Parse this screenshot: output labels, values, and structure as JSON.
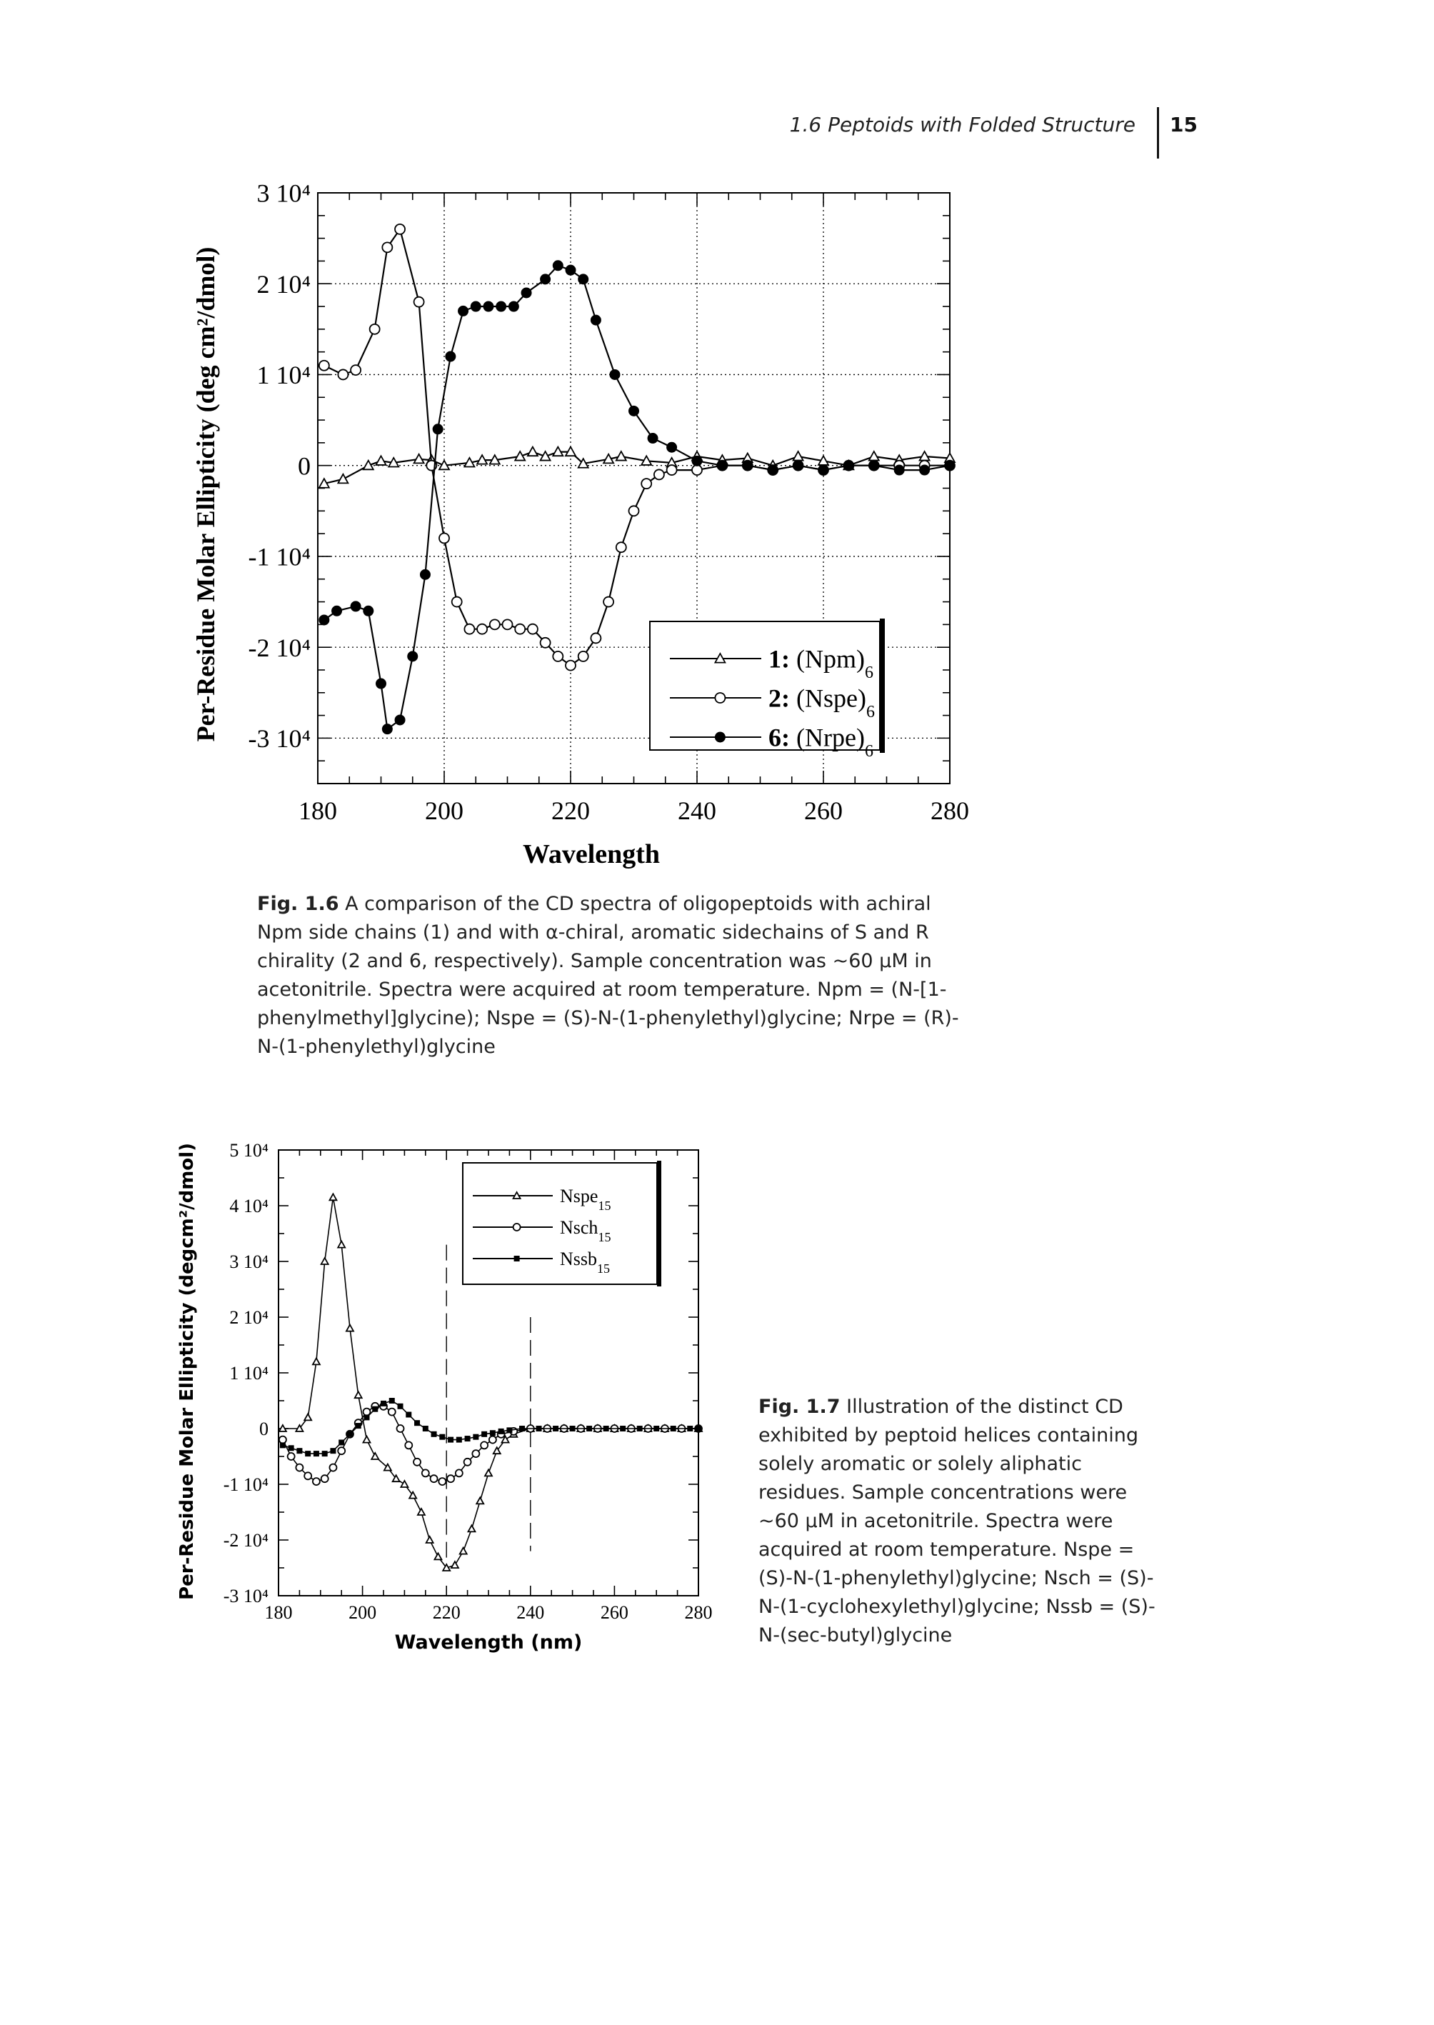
{
  "header": {
    "running_title": "1.6 Peptoids with Folded Structure",
    "page_number": "15"
  },
  "figures": [
    {
      "label": "Fig. 1.6",
      "caption": "A comparison of the CD spectra of oligopeptoids with achiral Npm side chains (1) and with α-chiral, aromatic sidechains of S and R chirality (2 and 6, respectively). Sample concentration was ~60 μM in acetonitrile. Spectra were acquired at room temperature. Npm = (N-[1-phenylmethyl]glycine); Nspe = (S)-N-(1-phenylethyl)glycine; Nrpe = (R)-N-(1-phenylethyl)glycine"
    },
    {
      "label": "Fig. 1.7",
      "caption": "Illustration of the distinct CD exhibited by peptoid helices containing solely aromatic or solely aliphatic residues. Sample concentrations were ~60 μM in acetonitrile. Spectra were acquired at room temperature. Nspe = (S)-N-(1-phenylethyl)glycine; Nsch = (S)-N-(1-cyclohexylethyl)glycine; Nssb = (S)-N-(sec-butyl)glycine"
    }
  ],
  "chart_data": [
    {
      "type": "line",
      "xlabel": "Wavelength",
      "ylabel": "Per-Residue Molar Ellipticity (deg cm²/dmol)",
      "xlim": [
        180,
        280
      ],
      "ylim": [
        -35000,
        30000
      ],
      "x_ticks": [
        "180",
        "200",
        "220",
        "240",
        "260",
        "280"
      ],
      "y_ticks": [
        {
          "value": 30000,
          "label": "3 10⁴"
        },
        {
          "value": 20000,
          "label": "2 10⁴"
        },
        {
          "value": 10000,
          "label": "1 10⁴"
        },
        {
          "value": 0,
          "label": "0"
        },
        {
          "value": -10000,
          "label": "-1 10⁴"
        },
        {
          "value": -20000,
          "label": "-2 10⁴"
        },
        {
          "value": -30000,
          "label": "-3 10⁴"
        }
      ],
      "grid": true,
      "legend_position": "bottom-right",
      "series": [
        {
          "name": "1: (Npm)6",
          "legend_main": "1:",
          "legend_label": "(Npm)",
          "legend_sub": "6",
          "marker": "triangle-open",
          "points": [
            [
              181,
              -2000
            ],
            [
              184,
              -1500
            ],
            [
              188,
              0
            ],
            [
              190,
              500
            ],
            [
              192,
              300
            ],
            [
              196,
              700
            ],
            [
              198,
              600
            ],
            [
              200,
              0
            ],
            [
              204,
              300
            ],
            [
              206,
              600
            ],
            [
              208,
              600
            ],
            [
              212,
              1000
            ],
            [
              214,
              1500
            ],
            [
              216,
              1000
            ],
            [
              218,
              1500
            ],
            [
              220,
              1500
            ],
            [
              222,
              200
            ],
            [
              226,
              700
            ],
            [
              228,
              1000
            ],
            [
              232,
              500
            ],
            [
              236,
              300
            ],
            [
              240,
              1000
            ],
            [
              244,
              600
            ],
            [
              248,
              800
            ],
            [
              252,
              0
            ],
            [
              256,
              1000
            ],
            [
              260,
              500
            ],
            [
              264,
              0
            ],
            [
              268,
              1000
            ],
            [
              272,
              600
            ],
            [
              276,
              1000
            ],
            [
              280,
              800
            ]
          ]
        },
        {
          "name": "2: (Nspe)6",
          "legend_main": "2:",
          "legend_label": "(Nspe)",
          "legend_sub": "6",
          "marker": "circle-open",
          "points": [
            [
              181,
              11000
            ],
            [
              184,
              10000
            ],
            [
              186,
              10500
            ],
            [
              189,
              15000
            ],
            [
              191,
              24000
            ],
            [
              193,
              26000
            ],
            [
              196,
              18000
            ],
            [
              198,
              0
            ],
            [
              200,
              -8000
            ],
            [
              202,
              -15000
            ],
            [
              204,
              -18000
            ],
            [
              206,
              -18000
            ],
            [
              208,
              -17500
            ],
            [
              210,
              -17500
            ],
            [
              212,
              -18000
            ],
            [
              214,
              -18000
            ],
            [
              216,
              -19500
            ],
            [
              218,
              -21000
            ],
            [
              220,
              -22000
            ],
            [
              222,
              -21000
            ],
            [
              224,
              -19000
            ],
            [
              226,
              -15000
            ],
            [
              228,
              -9000
            ],
            [
              230,
              -5000
            ],
            [
              232,
              -2000
            ],
            [
              234,
              -1000
            ],
            [
              236,
              -500
            ],
            [
              240,
              -500
            ],
            [
              244,
              0
            ],
            [
              248,
              0
            ],
            [
              252,
              -500
            ],
            [
              256,
              0
            ],
            [
              260,
              -500
            ],
            [
              264,
              0
            ],
            [
              268,
              0
            ],
            [
              272,
              0
            ],
            [
              276,
              0
            ],
            [
              280,
              0
            ]
          ]
        },
        {
          "name": "6: (Nrpe)6",
          "legend_main": "6:",
          "legend_label": "(Nrpe)",
          "legend_sub": "6",
          "marker": "circle-filled",
          "points": [
            [
              181,
              -17000
            ],
            [
              183,
              -16000
            ],
            [
              186,
              -15500
            ],
            [
              188,
              -16000
            ],
            [
              190,
              -24000
            ],
            [
              191,
              -29000
            ],
            [
              193,
              -28000
            ],
            [
              195,
              -21000
            ],
            [
              197,
              -12000
            ],
            [
              199,
              4000
            ],
            [
              201,
              12000
            ],
            [
              203,
              17000
            ],
            [
              205,
              17500
            ],
            [
              207,
              17500
            ],
            [
              209,
              17500
            ],
            [
              211,
              17500
            ],
            [
              213,
              19000
            ],
            [
              216,
              20500
            ],
            [
              218,
              22000
            ],
            [
              220,
              21500
            ],
            [
              222,
              20500
            ],
            [
              224,
              16000
            ],
            [
              227,
              10000
            ],
            [
              230,
              6000
            ],
            [
              233,
              3000
            ],
            [
              236,
              2000
            ],
            [
              240,
              500
            ],
            [
              244,
              0
            ],
            [
              248,
              0
            ],
            [
              252,
              -500
            ],
            [
              256,
              0
            ],
            [
              260,
              -500
            ],
            [
              264,
              0
            ],
            [
              268,
              0
            ],
            [
              272,
              -500
            ],
            [
              276,
              -500
            ],
            [
              280,
              0
            ]
          ]
        }
      ]
    },
    {
      "type": "line",
      "xlabel": "Wavelength (nm)",
      "ylabel": "Per-Residue Molar Ellipticity (degcm²/dmol)",
      "xlim": [
        180,
        280
      ],
      "ylim": [
        -30000,
        50000
      ],
      "x_ticks": [
        "180",
        "200",
        "220",
        "240",
        "260",
        "280"
      ],
      "y_ticks": [
        {
          "value": 50000,
          "label": "5 10⁴"
        },
        {
          "value": 40000,
          "label": "4 10⁴"
        },
        {
          "value": 30000,
          "label": "3 10⁴"
        },
        {
          "value": 20000,
          "label": "2 10⁴"
        },
        {
          "value": 10000,
          "label": "1 10⁴"
        },
        {
          "value": 0,
          "label": "0"
        },
        {
          "value": -10000,
          "label": "-1 10⁴"
        },
        {
          "value": -20000,
          "label": "-2 10⁴"
        },
        {
          "value": -30000,
          "label": "-3 10⁴"
        }
      ],
      "grid": false,
      "legend_position": "top-right",
      "series": [
        {
          "name": "Nspe15",
          "legend_label": "Nspe",
          "legend_sub": "15",
          "marker": "triangle-open",
          "points": [
            [
              181,
              0
            ],
            [
              185,
              0
            ],
            [
              187,
              2000
            ],
            [
              189,
              12000
            ],
            [
              191,
              30000
            ],
            [
              193,
              41500
            ],
            [
              195,
              33000
            ],
            [
              197,
              18000
            ],
            [
              199,
              6000
            ],
            [
              201,
              -2000
            ],
            [
              203,
              -5000
            ],
            [
              206,
              -7000
            ],
            [
              208,
              -9000
            ],
            [
              210,
              -10000
            ],
            [
              212,
              -12000
            ],
            [
              214,
              -15000
            ],
            [
              216,
              -20000
            ],
            [
              218,
              -23000
            ],
            [
              220,
              -25000
            ],
            [
              222,
              -24500
            ],
            [
              224,
              -22000
            ],
            [
              226,
              -18000
            ],
            [
              228,
              -13000
            ],
            [
              230,
              -8000
            ],
            [
              232,
              -4000
            ],
            [
              234,
              -2000
            ],
            [
              236,
              -1000
            ],
            [
              240,
              0
            ],
            [
              244,
              0
            ],
            [
              248,
              0
            ],
            [
              252,
              0
            ],
            [
              256,
              0
            ],
            [
              260,
              0
            ],
            [
              264,
              0
            ],
            [
              268,
              0
            ],
            [
              272,
              0
            ],
            [
              276,
              0
            ],
            [
              280,
              0
            ]
          ]
        },
        {
          "name": "Nsch15",
          "legend_label": "Nsch",
          "legend_sub": "15",
          "marker": "circle-open",
          "points": [
            [
              181,
              -2000
            ],
            [
              183,
              -5000
            ],
            [
              185,
              -7000
            ],
            [
              187,
              -8500
            ],
            [
              189,
              -9500
            ],
            [
              191,
              -9000
            ],
            [
              193,
              -7000
            ],
            [
              195,
              -4000
            ],
            [
              197,
              -1000
            ],
            [
              199,
              1000
            ],
            [
              201,
              3000
            ],
            [
              203,
              4000
            ],
            [
              205,
              4000
            ],
            [
              207,
              3000
            ],
            [
              209,
              0
            ],
            [
              211,
              -3000
            ],
            [
              213,
              -6000
            ],
            [
              215,
              -8000
            ],
            [
              217,
              -9000
            ],
            [
              219,
              -9500
            ],
            [
              221,
              -9000
            ],
            [
              223,
              -8000
            ],
            [
              225,
              -6000
            ],
            [
              227,
              -4500
            ],
            [
              229,
              -3000
            ],
            [
              231,
              -2000
            ],
            [
              233,
              -1000
            ],
            [
              236,
              -500
            ],
            [
              240,
              0
            ],
            [
              244,
              0
            ],
            [
              248,
              0
            ],
            [
              252,
              0
            ],
            [
              256,
              0
            ],
            [
              260,
              0
            ],
            [
              264,
              0
            ],
            [
              268,
              0
            ],
            [
              272,
              0
            ],
            [
              276,
              0
            ],
            [
              280,
              0
            ]
          ]
        },
        {
          "name": "Nssb15",
          "legend_label": "Nssb",
          "legend_sub": "15",
          "marker": "square-filled",
          "points": [
            [
              181,
              -3000
            ],
            [
              183,
              -3500
            ],
            [
              185,
              -4000
            ],
            [
              187,
              -4500
            ],
            [
              189,
              -4500
            ],
            [
              191,
              -4500
            ],
            [
              193,
              -4000
            ],
            [
              195,
              -2500
            ],
            [
              197,
              -1000
            ],
            [
              199,
              500
            ],
            [
              201,
              2000
            ],
            [
              203,
              3500
            ],
            [
              205,
              4500
            ],
            [
              207,
              5000
            ],
            [
              209,
              4000
            ],
            [
              211,
              2500
            ],
            [
              213,
              1000
            ],
            [
              215,
              0
            ],
            [
              217,
              -1000
            ],
            [
              219,
              -1500
            ],
            [
              221,
              -2000
            ],
            [
              223,
              -2000
            ],
            [
              225,
              -1800
            ],
            [
              227,
              -1500
            ],
            [
              229,
              -1000
            ],
            [
              231,
              -800
            ],
            [
              233,
              -500
            ],
            [
              235,
              -300
            ],
            [
              238,
              0
            ],
            [
              242,
              0
            ],
            [
              246,
              0
            ],
            [
              250,
              0
            ],
            [
              254,
              0
            ],
            [
              258,
              0
            ],
            [
              262,
              0
            ],
            [
              266,
              0
            ],
            [
              270,
              0
            ],
            [
              274,
              0
            ],
            [
              278,
              0
            ],
            [
              280,
              0
            ]
          ]
        }
      ]
    }
  ]
}
